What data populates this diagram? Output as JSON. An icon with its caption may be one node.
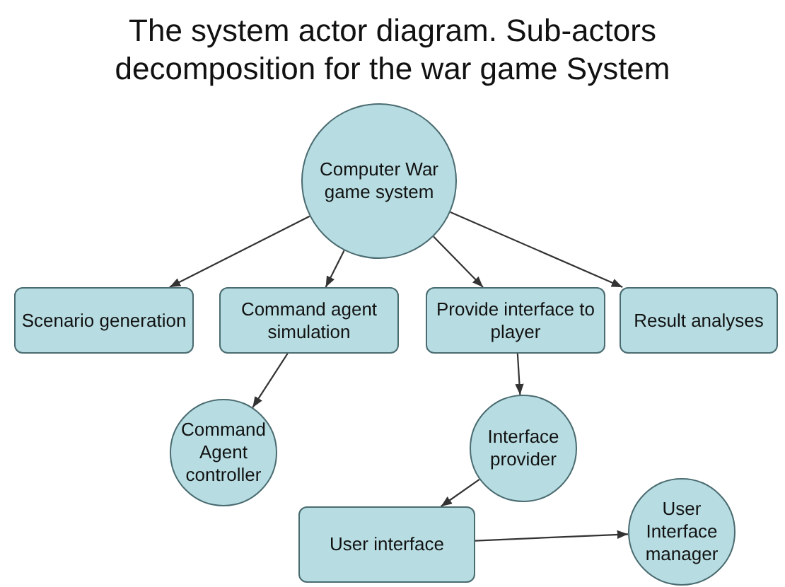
{
  "diagram": {
    "title": "The system actor diagram. Sub-actors decomposition for the war game System",
    "nodes": [
      {
        "text": [
          "Computer War game system"
        ]
      },
      {
        "text": [
          "Scenario generation"
        ]
      },
      {
        "text": [
          "Command agent simulation"
        ]
      },
      {
        "text": [
          "Provide interface to player"
        ]
      },
      {
        "text": [
          "Result analyses"
        ]
      },
      {
        "text": [
          "Command Agent controller"
        ]
      },
      {
        "text": [
          "Interface provider"
        ]
      },
      {
        "text": [
          "User interface"
        ]
      },
      {
        "text": [
          "User Interface manager"
        ]
      }
    ],
    "edges": [
      {
        "from": 0,
        "to": 1,
        "arrow": "to"
      },
      {
        "from": 0,
        "to": 2,
        "arrow": "to"
      },
      {
        "from": 0,
        "to": 3,
        "arrow": "to"
      },
      {
        "from": 0,
        "to": 4,
        "arrow": "to"
      },
      {
        "from": 2,
        "to": 5,
        "arrow": "to"
      },
      {
        "from": 3,
        "to": 6,
        "arrow": "to"
      },
      {
        "from": 6,
        "to": 7,
        "arrow": "to"
      },
      {
        "from": 7,
        "to": 8,
        "arrow": "to"
      }
    ]
  }
}
